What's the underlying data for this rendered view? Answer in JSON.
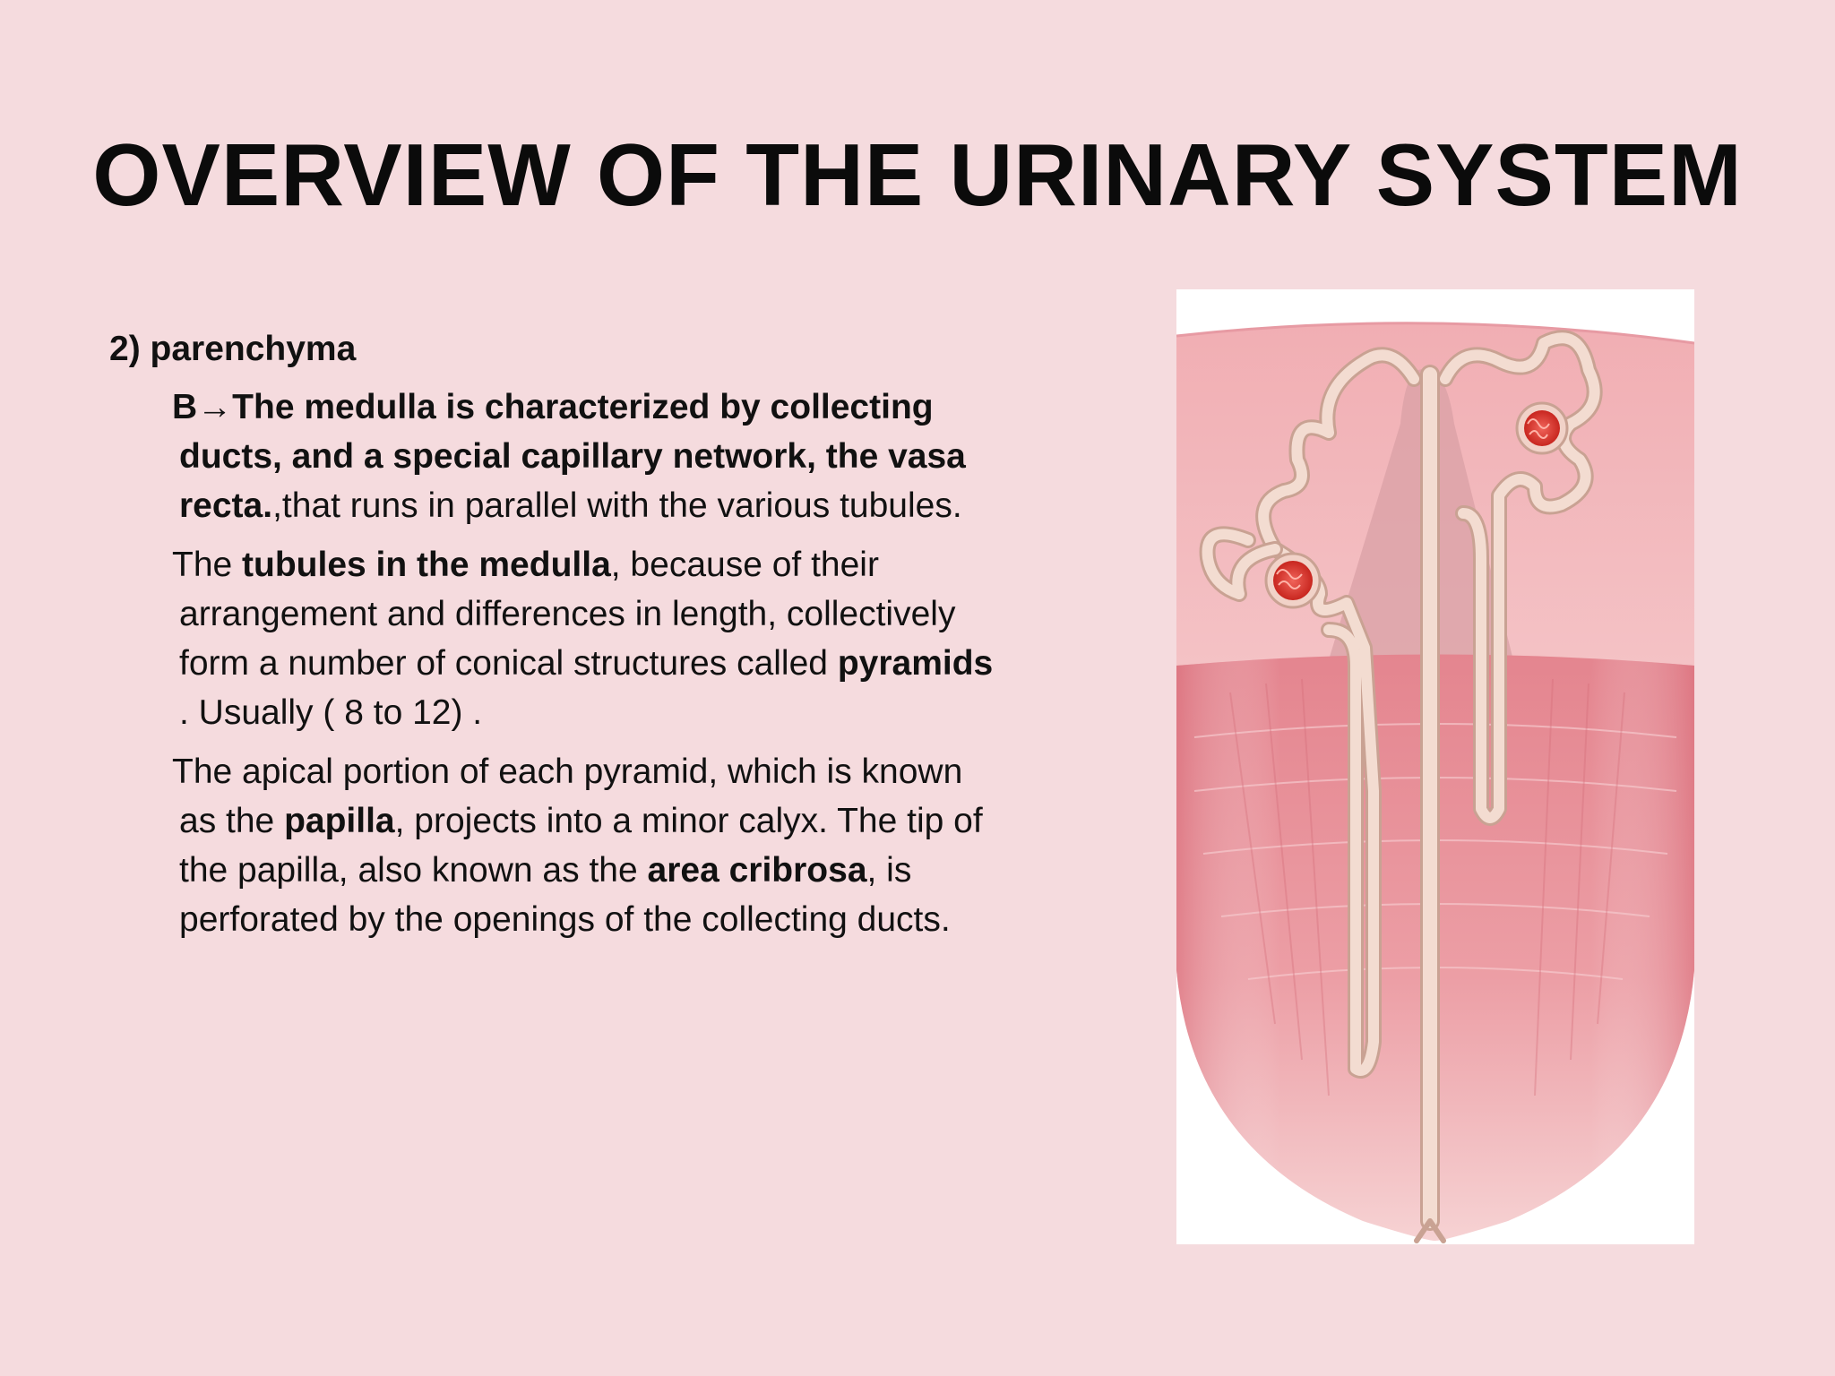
{
  "slide": {
    "title": "OVERVIEW OF THE URINARY SYSTEM",
    "heading": "2) parenchyma",
    "paragraphs": [
      {
        "prefix": "B",
        "arrow": "→",
        "bold_lead": "The medulla is characterized by collecting ducts, and a special capillary network, the vasa recta.",
        "rest": ",that runs in parallel with the various tubules."
      },
      {
        "t1": "The ",
        "b1": "tubules in the medulla",
        "t2": ", because of their arrangement and differences in length, collectively form a number of conical structures called ",
        "b2": "pyramids",
        "t3": " . Usually ( 8 to 12) ."
      },
      {
        "t1": "The apical portion of each pyramid, which is known as the ",
        "b1": "papilla",
        "t2": ", projects into a minor calyx. The tip of the papilla, also known as the ",
        "b2": "area cribrosa",
        "t3": ", is perforated by the openings of the collecting ducts."
      }
    ]
  },
  "figure": {
    "subject": "kidney-pyramid-nephron-illustration",
    "colors": {
      "background": "#f5dbde",
      "cortex": "#f2b7bb",
      "medulla": "#e98f97",
      "tubule": "#f3d9cf",
      "glomerulus": "#d9352c"
    }
  }
}
